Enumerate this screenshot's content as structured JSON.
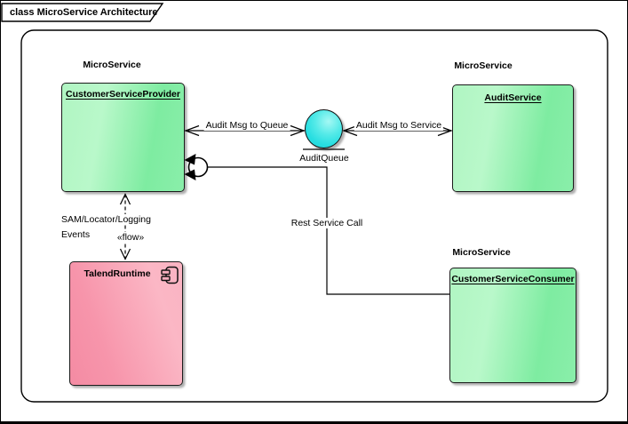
{
  "diagram": {
    "frame_title": "class MicroService Architecture"
  },
  "nodes": {
    "customer_service_provider": {
      "stereotype": "MicroService",
      "name": "CustomerServiceProvider"
    },
    "audit_service": {
      "stereotype": "MicroService",
      "name": "AuditService"
    },
    "customer_service_consumer": {
      "stereotype": "MicroService",
      "name": "CustomerServiceConsumer"
    },
    "talend_runtime": {
      "name": "TalendRuntime"
    },
    "audit_queue": {
      "name": "AuditQueue"
    }
  },
  "connectors": {
    "audit_msg_to_queue": {
      "label": "Audit Msg to Queue"
    },
    "audit_msg_to_service": {
      "label": "Audit Msg to Service"
    },
    "rest_service_call": {
      "label": "Rest Service Call"
    },
    "sam_flow": {
      "label_line1": "SAM/Locator/Logging",
      "label_line2": "Events",
      "stereotype": "«flow»"
    }
  },
  "colors": {
    "node_green_dark": "#7eeca1",
    "node_green_light": "#b9f8ca",
    "node_pink_dark": "#f48ba3",
    "node_pink_light": "#fbb7c5",
    "queue_cyan": "#27dee1",
    "line_black": "#000000",
    "background": "#ffffff"
  }
}
